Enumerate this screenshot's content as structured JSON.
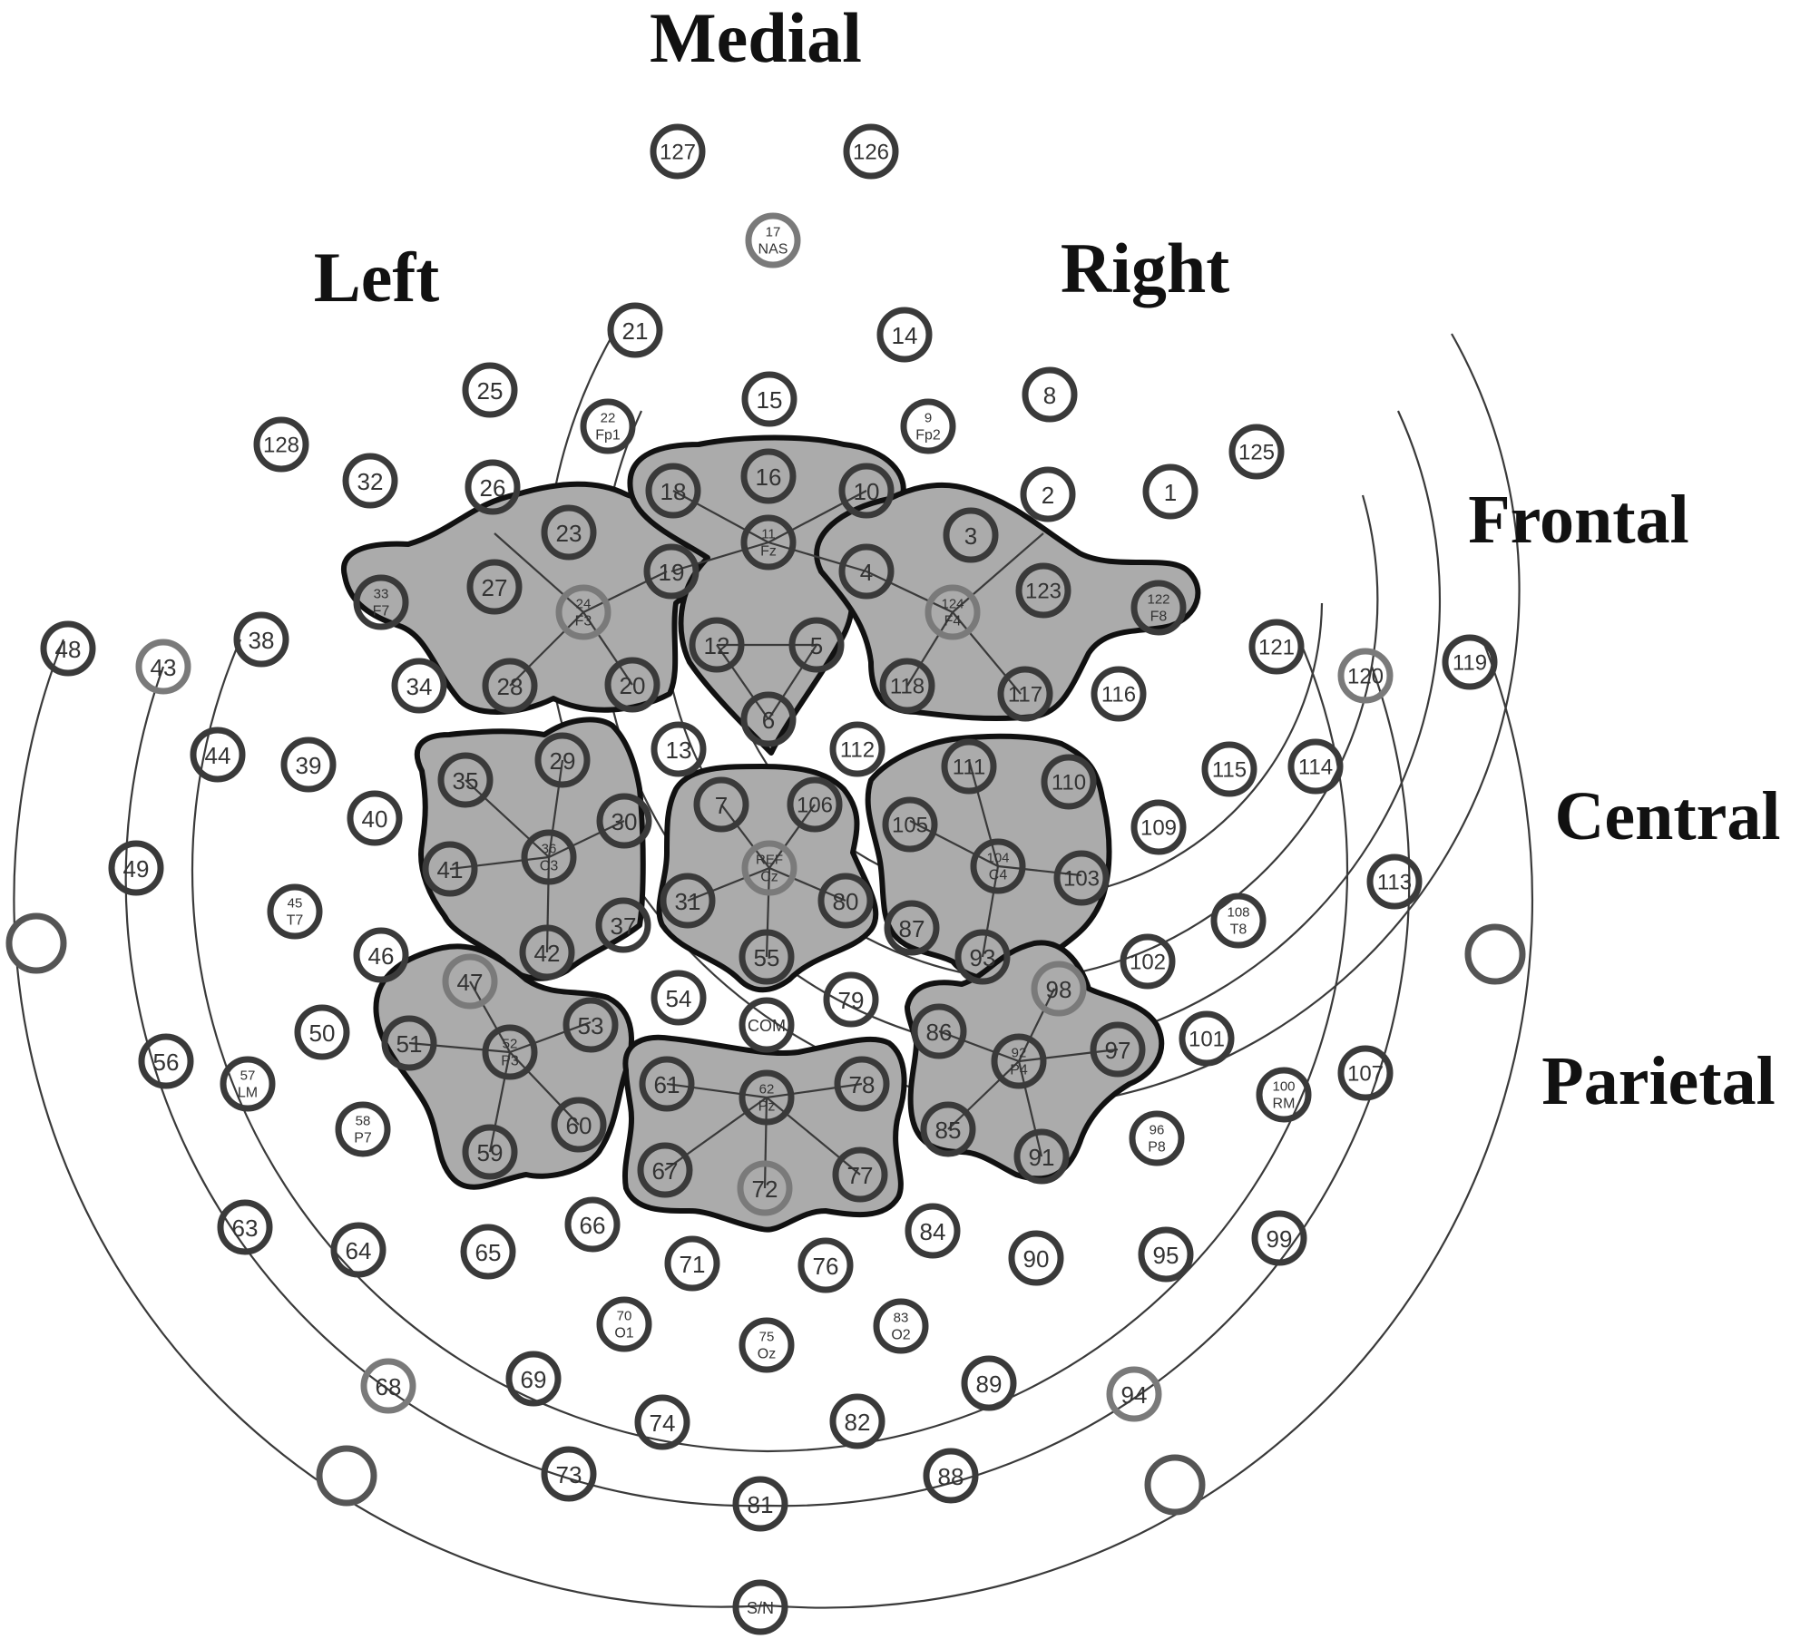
{
  "labels": {
    "medial": "Medial",
    "left": "Left",
    "right": "Right",
    "frontal": "Frontal",
    "central": "Central",
    "parietal": "Parietal"
  },
  "colors": {
    "electrode_stroke": "#3a3a3a",
    "reference_stroke": "#7a7a7a",
    "region_fill": "#ababab",
    "region_outline": "#111111"
  },
  "electrodes": [
    {
      "id": "e127",
      "t1": "127"
    },
    {
      "id": "e126",
      "t1": "126"
    },
    {
      "id": "e17",
      "t1": "17",
      "t2": "NAS"
    },
    {
      "id": "e21",
      "t1": "21"
    },
    {
      "id": "e14",
      "t1": "14"
    },
    {
      "id": "e25",
      "t1": "25"
    },
    {
      "id": "e8",
      "t1": "8"
    },
    {
      "id": "e15",
      "t1": "15"
    },
    {
      "id": "e22",
      "t1": "22",
      "t2": "Fp1"
    },
    {
      "id": "e9",
      "t1": "9",
      "t2": "Fp2"
    },
    {
      "id": "e128",
      "t1": "128"
    },
    {
      "id": "e125",
      "t1": "125"
    },
    {
      "id": "e32",
      "t1": "32"
    },
    {
      "id": "e26",
      "t1": "26"
    },
    {
      "id": "e18",
      "t1": "18"
    },
    {
      "id": "e16",
      "t1": "16"
    },
    {
      "id": "e10",
      "t1": "10"
    },
    {
      "id": "e2",
      "t1": "2"
    },
    {
      "id": "e1",
      "t1": "1"
    },
    {
      "id": "e23",
      "t1": "23"
    },
    {
      "id": "e3",
      "t1": "3"
    },
    {
      "id": "e11",
      "t1": "11",
      "t2": "Fz"
    },
    {
      "id": "e19",
      "t1": "19"
    },
    {
      "id": "e4",
      "t1": "4"
    },
    {
      "id": "e33",
      "t1": "33",
      "t2": "F7"
    },
    {
      "id": "e27",
      "t1": "27"
    },
    {
      "id": "e24",
      "t1": "24",
      "t2": "F3"
    },
    {
      "id": "e124",
      "t1": "124",
      "t2": "F4"
    },
    {
      "id": "e123",
      "t1": "123"
    },
    {
      "id": "e122",
      "t1": "122",
      "t2": "F8"
    },
    {
      "id": "e12",
      "t1": "12"
    },
    {
      "id": "e5",
      "t1": "5"
    },
    {
      "id": "e48",
      "t1": "48"
    },
    {
      "id": "e43",
      "t1": "43"
    },
    {
      "id": "e38",
      "t1": "38"
    },
    {
      "id": "e121",
      "t1": "121"
    },
    {
      "id": "e120",
      "t1": "120"
    },
    {
      "id": "e119",
      "t1": "119"
    },
    {
      "id": "e34",
      "t1": "34"
    },
    {
      "id": "e28",
      "t1": "28"
    },
    {
      "id": "e20",
      "t1": "20"
    },
    {
      "id": "e118",
      "t1": "118"
    },
    {
      "id": "e117",
      "t1": "117"
    },
    {
      "id": "e116",
      "t1": "116"
    },
    {
      "id": "e6",
      "t1": "6"
    },
    {
      "id": "e13",
      "t1": "13"
    },
    {
      "id": "e112",
      "t1": "112"
    },
    {
      "id": "e44",
      "t1": "44"
    },
    {
      "id": "e39",
      "t1": "39"
    },
    {
      "id": "e35",
      "t1": "35"
    },
    {
      "id": "e29",
      "t1": "29"
    },
    {
      "id": "e111",
      "t1": "111"
    },
    {
      "id": "e110",
      "t1": "110"
    },
    {
      "id": "e115",
      "t1": "115"
    },
    {
      "id": "e114",
      "t1": "114"
    },
    {
      "id": "e7",
      "t1": "7"
    },
    {
      "id": "e106",
      "t1": "106"
    },
    {
      "id": "e40",
      "t1": "40"
    },
    {
      "id": "e30",
      "t1": "30"
    },
    {
      "id": "e105",
      "t1": "105"
    },
    {
      "id": "e109",
      "t1": "109"
    },
    {
      "id": "e49",
      "t1": "49"
    },
    {
      "id": "e36",
      "t1": "36",
      "t2": "C3"
    },
    {
      "id": "eref",
      "t1": "REF",
      "t2": "Cz"
    },
    {
      "id": "e104",
      "t1": "104",
      "t2": "C4"
    },
    {
      "id": "e41",
      "t1": "41"
    },
    {
      "id": "e103",
      "t1": "103"
    },
    {
      "id": "e113",
      "t1": "113"
    },
    {
      "id": "e45",
      "t1": "45",
      "t2": "T7"
    },
    {
      "id": "e31",
      "t1": "31"
    },
    {
      "id": "e80",
      "t1": "80"
    },
    {
      "id": "e37",
      "t1": "37"
    },
    {
      "id": "e87",
      "t1": "87"
    },
    {
      "id": "e108",
      "t1": "108",
      "t2": "T8"
    },
    {
      "id": "e46",
      "t1": "46"
    },
    {
      "id": "e42",
      "t1": "42"
    },
    {
      "id": "e55",
      "t1": "55"
    },
    {
      "id": "e93",
      "t1": "93"
    },
    {
      "id": "e102",
      "t1": "102"
    },
    {
      "id": "e47",
      "t1": "47"
    },
    {
      "id": "e98",
      "t1": "98"
    },
    {
      "id": "e54",
      "t1": "54"
    },
    {
      "id": "e79",
      "t1": "79"
    },
    {
      "id": "ecom",
      "t1": "COM"
    },
    {
      "id": "e50",
      "t1": "50"
    },
    {
      "id": "e53",
      "t1": "53"
    },
    {
      "id": "e86",
      "t1": "86"
    },
    {
      "id": "e51",
      "t1": "51"
    },
    {
      "id": "e101",
      "t1": "101"
    },
    {
      "id": "e97",
      "t1": "97"
    },
    {
      "id": "e56",
      "t1": "56"
    },
    {
      "id": "e52",
      "t1": "52",
      "t2": "P3"
    },
    {
      "id": "e92",
      "t1": "92",
      "t2": "P4"
    },
    {
      "id": "e107",
      "t1": "107"
    },
    {
      "id": "e57",
      "t1": "57",
      "t2": "LM"
    },
    {
      "id": "e61",
      "t1": "61"
    },
    {
      "id": "e62",
      "t1": "62",
      "t2": "Pz"
    },
    {
      "id": "e78",
      "t1": "78"
    },
    {
      "id": "e100",
      "t1": "100",
      "t2": "RM"
    },
    {
      "id": "e60",
      "t1": "60"
    },
    {
      "id": "e58",
      "t1": "58",
      "t2": "P7"
    },
    {
      "id": "e85",
      "t1": "85"
    },
    {
      "id": "e96",
      "t1": "96",
      "t2": "P8"
    },
    {
      "id": "e59",
      "t1": "59"
    },
    {
      "id": "e91",
      "t1": "91"
    },
    {
      "id": "e67",
      "t1": "67"
    },
    {
      "id": "e72",
      "t1": "72"
    },
    {
      "id": "e77",
      "t1": "77"
    },
    {
      "id": "e66",
      "t1": "66"
    },
    {
      "id": "e84",
      "t1": "84"
    },
    {
      "id": "e63",
      "t1": "63"
    },
    {
      "id": "e64",
      "t1": "64"
    },
    {
      "id": "e65",
      "t1": "65"
    },
    {
      "id": "e71",
      "t1": "71"
    },
    {
      "id": "e76",
      "t1": "76"
    },
    {
      "id": "e90",
      "t1": "90"
    },
    {
      "id": "e95",
      "t1": "95"
    },
    {
      "id": "e99",
      "t1": "99"
    },
    {
      "id": "e70",
      "t1": "70",
      "t2": "O1"
    },
    {
      "id": "e75",
      "t1": "75",
      "t2": "Oz"
    },
    {
      "id": "e83",
      "t1": "83",
      "t2": "O2"
    },
    {
      "id": "e68",
      "t1": "68"
    },
    {
      "id": "e69",
      "t1": "69"
    },
    {
      "id": "e89",
      "t1": "89"
    },
    {
      "id": "e94",
      "t1": "94"
    },
    {
      "id": "e74",
      "t1": "74"
    },
    {
      "id": "e82",
      "t1": "82"
    },
    {
      "id": "e73",
      "t1": "73"
    },
    {
      "id": "e88",
      "t1": "88"
    },
    {
      "id": "e81",
      "t1": "81"
    },
    {
      "id": "esn",
      "t1": "S/N"
    }
  ]
}
